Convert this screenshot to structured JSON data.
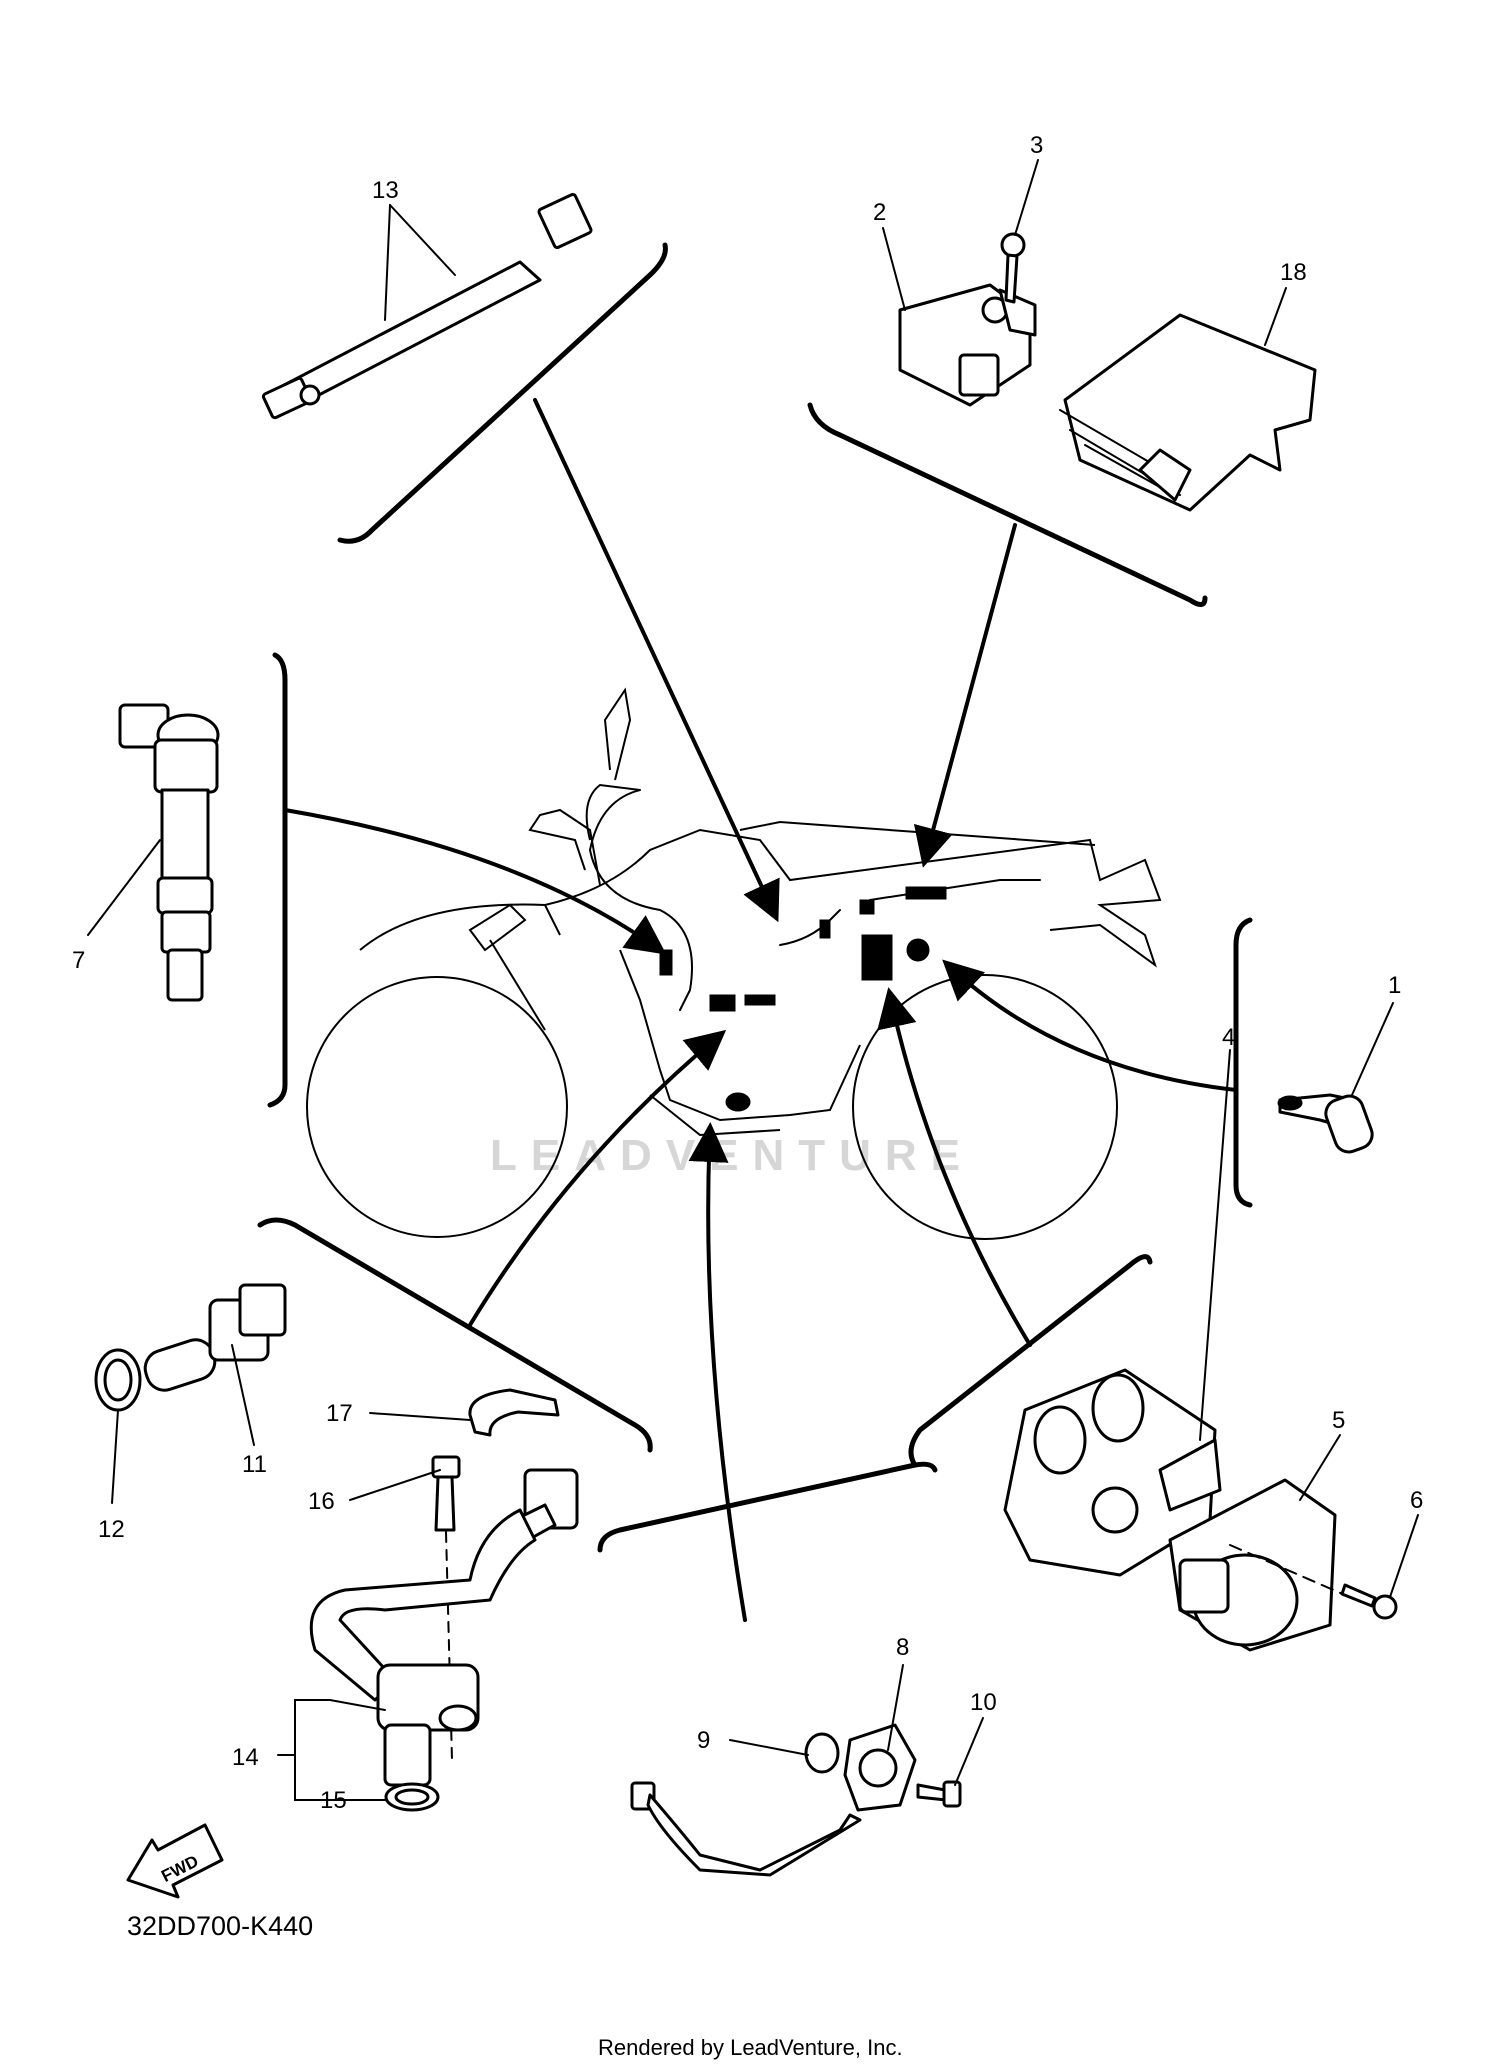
{
  "diagram_code": "32DD700-K440",
  "footer": "Rendered by LeadVenture, Inc.",
  "watermark": "LEADVENTURE",
  "fwd_label": "FWD",
  "callouts": [
    "1",
    "2",
    "3",
    "4",
    "5",
    "6",
    "7",
    "8",
    "9",
    "10",
    "11",
    "12",
    "13",
    "14",
    "15",
    "16",
    "17",
    "18"
  ],
  "icons": [
    "fwd-arrow-icon"
  ]
}
